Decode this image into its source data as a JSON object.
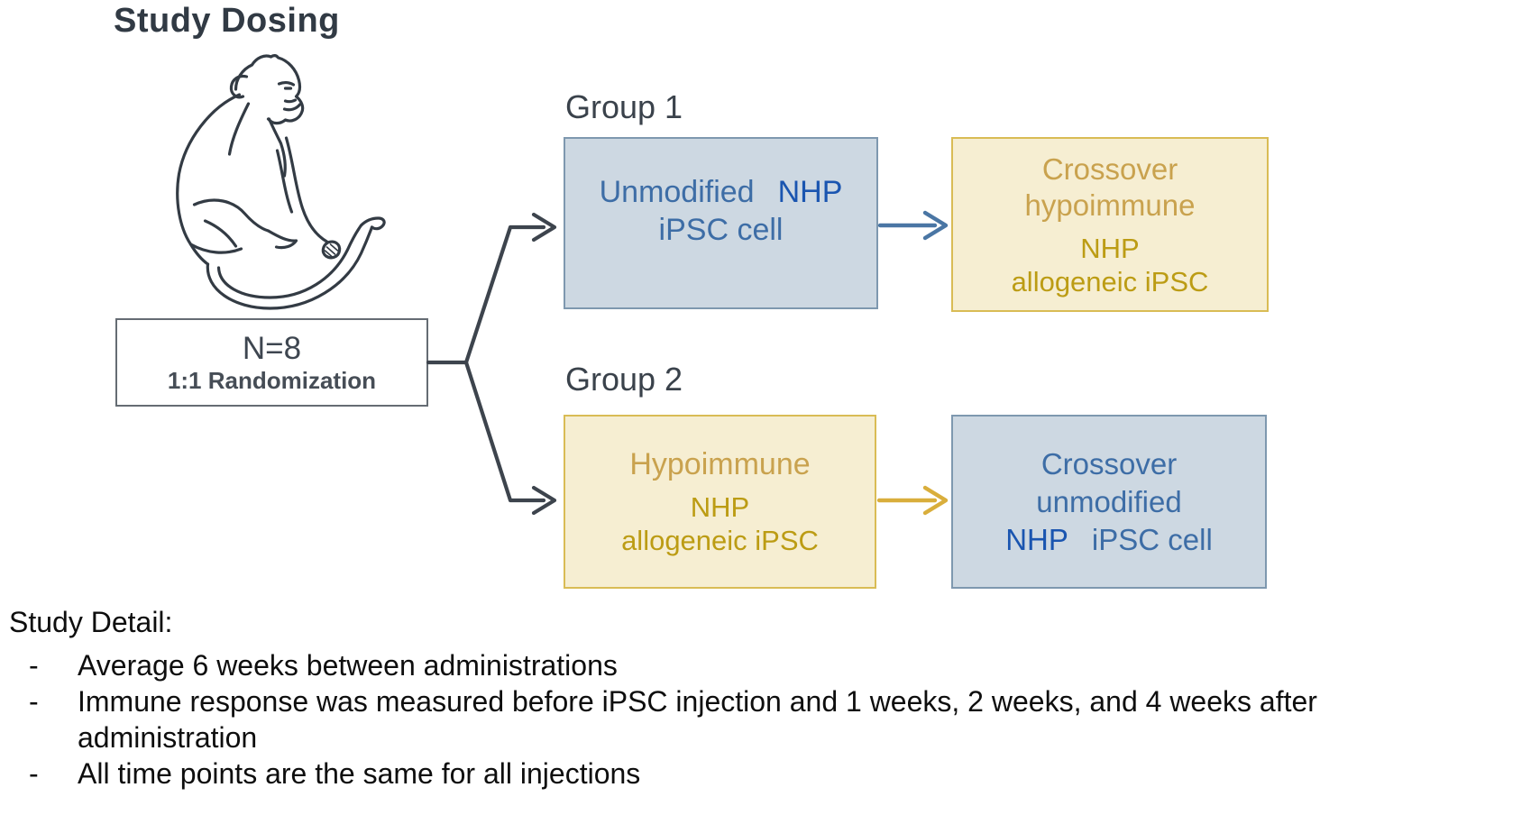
{
  "title": "Study Dosing",
  "randomization": {
    "n_label": "N=8",
    "sub_label": "1:1 Randomization"
  },
  "group1": {
    "label": "Group 1",
    "start_box": {
      "line1_part1": "Unmodified",
      "line1_part2": "NHP",
      "line2": "iPSC cell"
    },
    "crossover_box": {
      "line1": "Crossover",
      "line2": "hypoimmune",
      "line3": "NHP",
      "line4": "allogeneic iPSC"
    }
  },
  "group2": {
    "label": "Group 2",
    "start_box": {
      "line1": "Hypoimmune",
      "line2": "NHP",
      "line3": "allogeneic iPSC"
    },
    "crossover_box": {
      "line1": "Crossover",
      "line2": "unmodified",
      "line3_part1": "NHP",
      "line3_part2": "iPSC cell"
    }
  },
  "study_detail": {
    "heading": "Study Detail:",
    "bullet_marker": "-",
    "bullets": [
      "Average 6 weeks between administrations",
      "Immune response was measured before iPSC injection and 1 weeks, 2 weeks, and 4 weeks after administration",
      "All time points are the same for all injections"
    ]
  },
  "icons": {
    "monkey": "monkey-line-drawing"
  },
  "colors": {
    "title_text": "#313a44",
    "blue_box_fill": "#cdd8e2",
    "blue_box_border": "#7e98af",
    "steel_blue_text": "#3d6da6",
    "royal_blue_text": "#1a55b0",
    "yellow_box_fill": "#f6eed2",
    "yellow_box_border": "#d9bc55",
    "gold_heading_text": "#c9a24e",
    "gold_strong_text": "#bc9c14",
    "fork_line": "#3d444d",
    "arrow_blue": "#4a76a4",
    "arrow_gold": "#d9ae3c"
  }
}
